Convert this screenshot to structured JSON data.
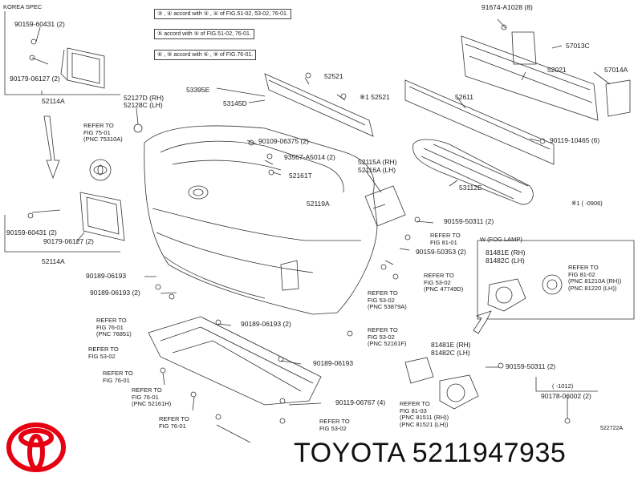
{
  "header": {
    "korea_spec": "KOREA SPEC",
    "legend_1": "③ , ④ accord with ③ , ④ of FIG.51-02, 53-02, 76-01.",
    "legend_2": "⑤ accord with ⑤ of FIG.51-02, 76-01.",
    "legend_3": "⑥ , ⑨ accord with ⑥ , ⑨ of FIG.76-01.",
    "fog_lamp": "W (FOG LAMP)",
    "note_1": "※1 (  -0906)",
    "note_2": "(  -1012)"
  },
  "parts": {
    "p90159_60431_a": "90159-60431 (2)",
    "p90179_06127_a": "90179-06127 (2)",
    "p52114A_a": "52114A",
    "p52127D": "52127D (RH)",
    "p52128C": "52128C (LH)",
    "p53395E": "53395E",
    "p53145D": "53145D",
    "p52521": "52521",
    "p52521_star": "※1 52521",
    "p91674": "91674-A1028 (8)",
    "p57013C": "57013C",
    "p52021": "52021",
    "p57014A": "57014A",
    "p52611": "52611",
    "p90119_10465": "90119-10465 (6)",
    "p90109_06375": "90109-06375 (2)",
    "p93567": "93567-A5014 (2)",
    "p52161T": "52161T",
    "p52115A": "52115A (RH)",
    "p52116A": "52116A (LH)",
    "p53112E": "53112E",
    "p52119A": "52119A",
    "p90159_60431_b": "90159-60431 (2)",
    "p90179_06127_b": "90179-06127 (2)",
    "p52114A_b": "52114A",
    "p90159_50311_a": "90159-50311 (2)",
    "p90159_50353": "90159-50353 (2)",
    "p90189_06193_a": "90189-06193",
    "p90189_06193_b": "90189-06193 (2)",
    "p90189_06193_c": "90189-06193 (2)",
    "p90189_06193_d": "90189-06193",
    "p90119_06767": "90119-06767 (4)",
    "p81481E_a": "81481E (RH)",
    "p81482C_a": "81482C (LH)",
    "p81481E_b": "81481E (RH)",
    "p81482C_b": "81482C (LH)",
    "p90159_50311_b": "90159-50311 (2)",
    "p90178_06002": "90178-06002 (2)",
    "diag_code": "522722A"
  },
  "refs": {
    "r1": [
      "REFER TO",
      "FIG 75-01",
      "(PNC 75310A)"
    ],
    "r2": [
      "REFER TO",
      "FIG 81-01"
    ],
    "r3": [
      "REFER TO",
      "FIG 53-02",
      "(PNC 47749D)"
    ],
    "r4": [
      "REFER TO",
      "FIG 53-02",
      "(PNC 53879A)"
    ],
    "r5": [
      "REFER TO",
      "FIG 53-02",
      "(PNC 52161F)"
    ],
    "r6": [
      "REFER TO",
      "FIG 76-01",
      "(PNC 76851)"
    ],
    "r7": [
      "REFER TO",
      "FIG 53-02"
    ],
    "r8": [
      "REFER TO",
      "FIG 76-01"
    ],
    "r9": [
      "REFER TO",
      "FIG 76-01",
      "(PNC 52161H)"
    ],
    "r10": [
      "REFER TO",
      "FIG 76-01"
    ],
    "r11": [
      "REFER TO",
      "FIG 53-02"
    ],
    "r12": [
      "REFER TO",
      "FIG 81-02",
      "(PNC 81210A (RH))",
      "(PNC 81220 (LH))"
    ],
    "r13": [
      "REFER TO",
      "FIG 81-03",
      "(PNC 81511 (RH))",
      "(PNC 81521 (LH))"
    ]
  },
  "footer": {
    "brand_text": "TOYOTA 5211947935"
  },
  "colors": {
    "logo_red": "#e60012",
    "line": "#333333"
  }
}
